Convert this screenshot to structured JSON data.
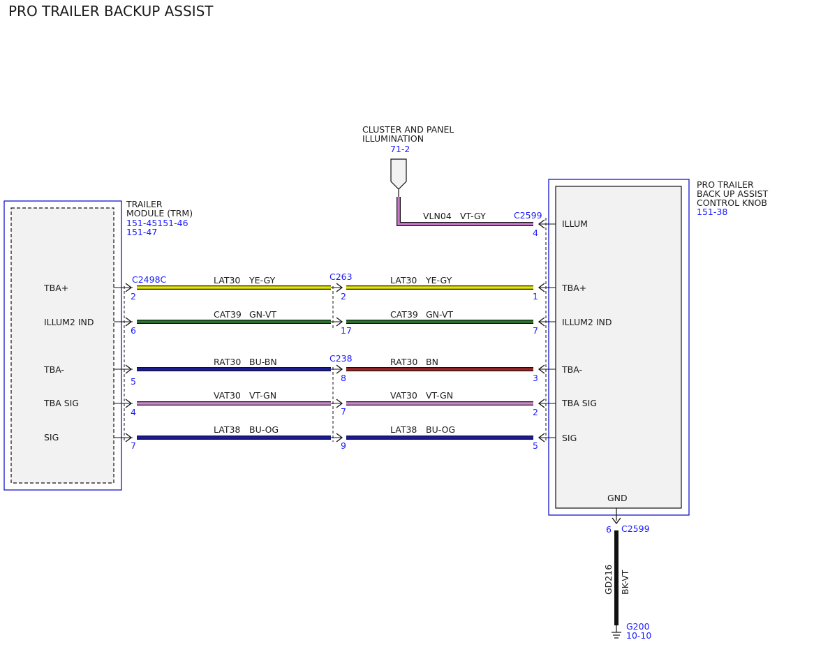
{
  "title": "PRO TRAILER BACKUP ASSIST",
  "colors": {
    "frame": "#0000cc",
    "pin_text": "#1a1aff",
    "line": "#111111",
    "body_fill": "#f2f2f2"
  },
  "left_module": {
    "name_lines": [
      "TRAILER",
      "MODULE (TRM)"
    ],
    "refs": [
      "151-45151-46",
      "151-47"
    ],
    "connector": "C2498C",
    "signals": [
      "TBA+",
      "ILLUM2 IND",
      "TBA-",
      "TBA SIG",
      "SIG"
    ]
  },
  "right_module": {
    "name_lines": [
      "PRO TRAILER",
      "BACK UP ASSIST",
      "CONTROL KNOB"
    ],
    "refs": [
      "151-38"
    ],
    "connector": "C2599",
    "signals": [
      "ILLUM",
      "TBA+",
      "ILLUM2 IND",
      "TBA-",
      "TBA SIG",
      "SIG",
      "GND"
    ]
  },
  "illumination_source": {
    "name_lines": [
      "CLUSTER AND PANEL",
      "ILLUMINATION"
    ],
    "ref": "71-2"
  },
  "inline_connectors": [
    "C263",
    "C238"
  ],
  "illum_wire": {
    "circuit": "VLN04",
    "color_code": "VT-GY",
    "pin": "4",
    "hex": "#cc77cc"
  },
  "circuits": [
    {
      "signal": "TBA+",
      "left_pin": "2",
      "mid_pin": "2",
      "right_pin": "1",
      "left_circuit": "LAT30",
      "left_color": "YE-GY",
      "right_circuit": "LAT30",
      "right_color": "YE-GY",
      "left_hex": "#e6e600",
      "right_hex": "#e6e600"
    },
    {
      "signal": "ILLUM2 IND",
      "left_pin": "6",
      "mid_pin": "17",
      "right_pin": "7",
      "left_circuit": "CAT39",
      "left_color": "GN-VT",
      "right_circuit": "CAT39",
      "right_color": "GN-VT",
      "left_hex": "#2a7a2a",
      "right_hex": "#2a7a2a"
    },
    {
      "signal": "TBA-",
      "left_pin": "5",
      "mid_pin": "8",
      "right_pin": "3",
      "left_circuit": "RAT30",
      "left_color": "BU-BN",
      "right_circuit": "RAT30",
      "right_color": "BN",
      "left_hex": "#1a1aa8",
      "right_hex": "#a32222"
    },
    {
      "signal": "TBA SIG",
      "left_pin": "4",
      "mid_pin": "7",
      "right_pin": "2",
      "left_circuit": "VAT30",
      "left_color": "VT-GN",
      "right_circuit": "VAT30",
      "right_color": "VT-GN",
      "left_hex": "#cc88cc",
      "right_hex": "#cc88cc"
    },
    {
      "signal": "SIG",
      "left_pin": "7",
      "mid_pin": "9",
      "right_pin": "5",
      "left_circuit": "LAT38",
      "left_color": "BU-OG",
      "right_circuit": "LAT38",
      "right_color": "BU-OG",
      "left_hex": "#1a1aa8",
      "right_hex": "#1a1aa8"
    }
  ],
  "ground": {
    "pin": "6",
    "connector": "C2599",
    "circuit": "GD216",
    "color_code": "BK-VT",
    "point": "G200",
    "ref": "10-10",
    "hex": "#111111"
  }
}
